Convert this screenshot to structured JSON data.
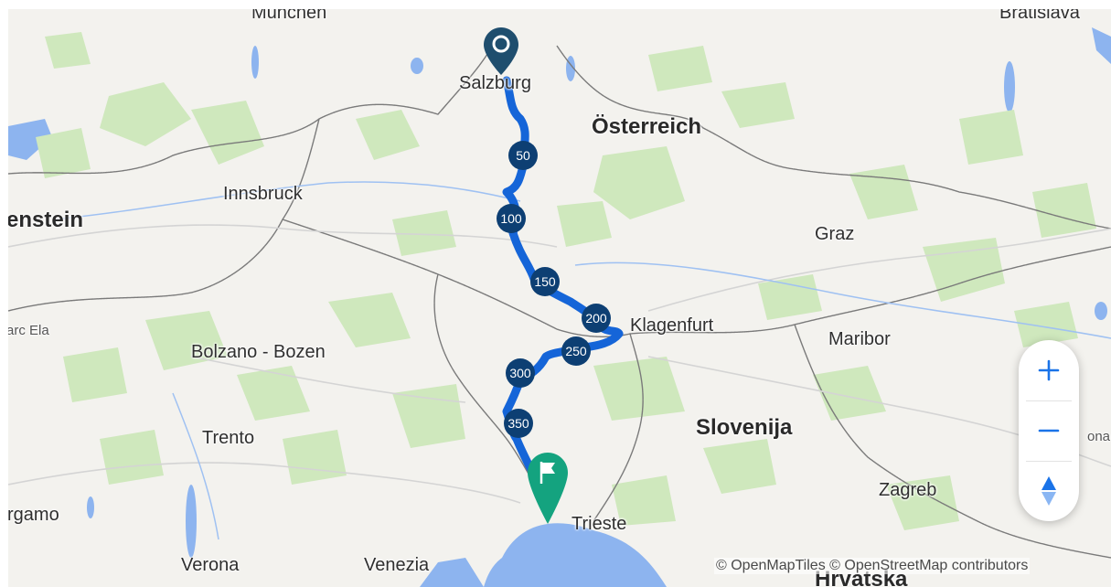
{
  "map": {
    "colors": {
      "land": "#f3f2ee",
      "forest": "#cfe8bd",
      "water": "#8db4ef",
      "route": "#1565d8",
      "marker_bg": "#0d3f73",
      "start_pin": "#1f4e6e",
      "end_pin": "#14a37f"
    },
    "labels": {
      "munchen": "München",
      "bratislava": "Bratislava",
      "salzburg": "Salzburg",
      "osterreich": "Österreich",
      "innsbruck": "Innsbruck",
      "liechtenstein": "enstein",
      "graz": "Graz",
      "klagenfurt": "Klagenfurt",
      "maribor": "Maribor",
      "arc_ela": "arc Ela",
      "bolzano": "Bolzano - Bozen",
      "slovenija": "Slovenija",
      "trento": "Trento",
      "zagreb": "Zagreb",
      "bergamo": "rgamo",
      "trieste": "Trieste",
      "verona": "Verona",
      "venezia": "Venezia",
      "hrvatska": "Hrvatska",
      "ona": "ona"
    },
    "distance_markers": [
      "50",
      "100",
      "150",
      "200",
      "250",
      "300",
      "350"
    ],
    "start_icon": "map-pin-icon",
    "end_icon": "flag-pin-icon"
  },
  "controls": {
    "zoom_in_icon": "plus-icon",
    "zoom_out_icon": "minus-icon",
    "compass_icon": "compass-icon"
  },
  "attribution": "© OpenMapTiles © OpenStreetMap contributors"
}
